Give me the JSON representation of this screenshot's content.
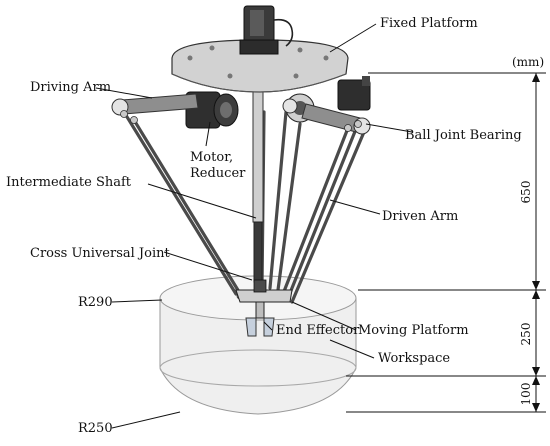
{
  "unit_note": "(mm)",
  "labels": {
    "fixed_platform": "Fixed Platform",
    "driving_arm": "Driving Arm",
    "ball_joint_bearing": "Ball Joint Bearing",
    "motor_line1": "Motor,",
    "motor_line2": "Reducer",
    "intermediate_shaft": "Intermediate Shaft",
    "driven_arm": "Driven Arm",
    "cross_universal_joint": "Cross Universal Joint",
    "r290": "R290",
    "moving_platform": "Moving Platform",
    "end_effector": "End Effector",
    "workspace": "Workspace",
    "r250": "R250"
  },
  "dimensions": {
    "d650": "650",
    "d250": "250",
    "d100": "100"
  },
  "colors": {
    "metal": "#c9c9c9",
    "dark": "#3a3a3a",
    "line": "#222222",
    "workspace": "#8c8c8c"
  }
}
